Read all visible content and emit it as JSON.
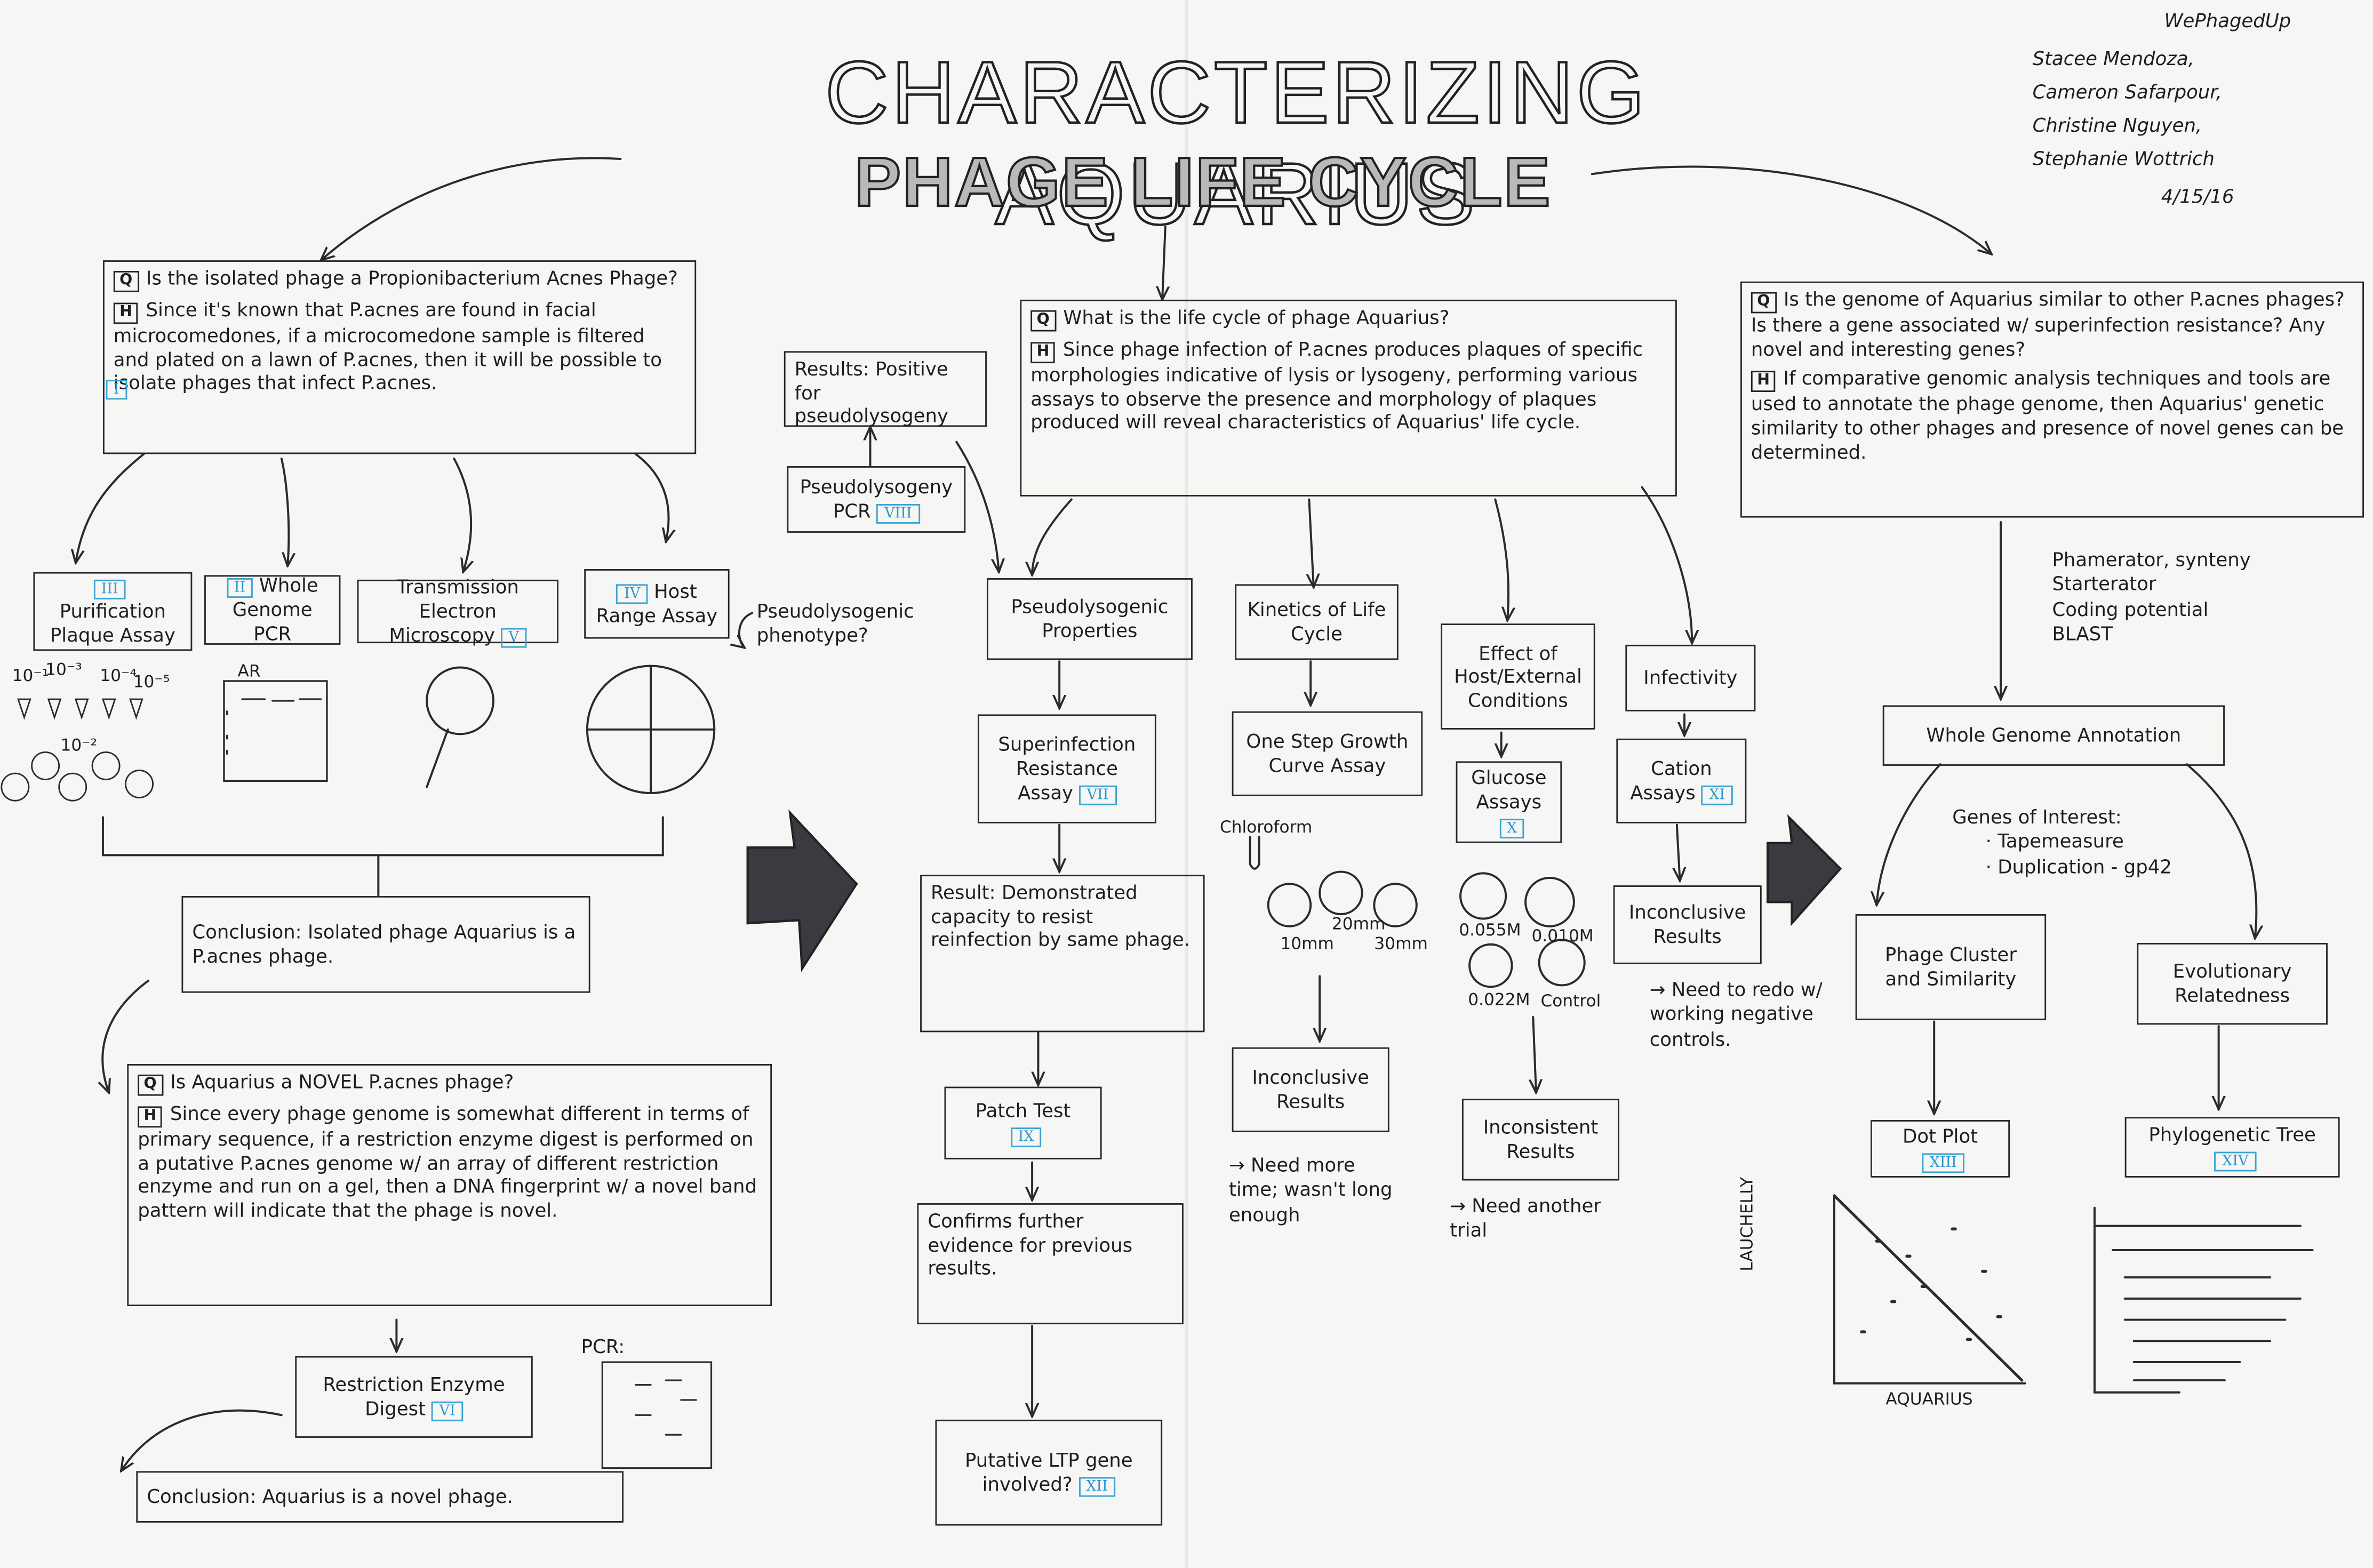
{
  "title": {
    "line1": "CHARACTERIZING AQUARIUS",
    "line2": "PHAGE LIFE CYCLE"
  },
  "team": "WePhagedUp",
  "authors": [
    "Stacee Mendoza,",
    "Cameron Safarpour,",
    "Christine Nguyen,",
    "Stephanie Wottrich"
  ],
  "date": "4/15/16",
  "markers": {
    "q": "Q",
    "h": "H"
  },
  "left": {
    "q1": {
      "q": "Is the isolated phage a Propionibacterium Acnes Phage?",
      "h": "Since it's known that P.acnes are found in facial microcomedones, if a microcomedone sample is filtered and plated on a lawn of P.acnes, then it will be possible to isolate phages that infect P.acnes.",
      "roman": "I"
    },
    "assays": [
      {
        "label": "Purification Plaque Assay",
        "roman": "III"
      },
      {
        "label": "Whole Genome PCR",
        "roman": "II"
      },
      {
        "label": "Transmission Electron Microscopy",
        "roman": "V"
      },
      {
        "label": "Host Range Assay",
        "roman": "IV"
      }
    ],
    "dilutions": [
      "10⁻¹",
      "10⁻²",
      "10⁻³",
      "10⁻⁴",
      "10⁻⁵"
    ],
    "gel_label": "AR",
    "conclusion1": "Conclusion: Isolated phage Aquarius is a P.acnes phage.",
    "q2": {
      "q": "Is Aquarius a NOVEL P.acnes phage?",
      "h": "Since every phage genome is somewhat different in terms of primary sequence, if a restriction enzyme digest is performed on a putative P.acnes genome w/ an array of different restriction enzyme and run on a gel, then a DNA fingerprint w/ a novel band pattern will indicate that the phage is novel."
    },
    "restriction": {
      "label": "Restriction Enzyme Digest",
      "roman": "VI"
    },
    "pcr_label": "PCR:",
    "conclusion2": "Conclusion: Aquarius is a novel phage."
  },
  "middle": {
    "results_positive": "Results: Positive for pseudolysogeny",
    "pseudo_pcr": {
      "label": "Pseudolysogeny PCR",
      "roman": "VIII"
    },
    "pseudo_phenotype": "Pseudolysogenic phenotype?",
    "q3": {
      "q": "What is the life cycle of phage Aquarius?",
      "h": "Since phage infection of P.acnes produces plaques of specific morphologies indicative of lysis or lysogeny, performing various assays to observe the presence and morphology of plaques produced will reveal characteristics of Aquarius' life cycle."
    },
    "pseudo_props": "Pseudolysogenic Properties",
    "superinfection": {
      "label": "Superinfection Resistance Assay",
      "roman": "VII"
    },
    "result_demo": "Result: Demonstrated capacity to resist reinfection by same phage.",
    "patch": {
      "label": "Patch Test",
      "roman": "IX"
    },
    "confirms": "Confirms further evidence for previous results.",
    "putative": {
      "label": "Putative LTP gene involved?",
      "roman": "XII"
    },
    "kinetics": "Kinetics of Life Cycle",
    "one_step": "One Step Growth Curve Assay",
    "chloroform": "Chloroform",
    "plaque_sizes": [
      "10mm",
      "20mm",
      "30mm"
    ],
    "inconclusive1": "Inconclusive Results",
    "need_more": "→ Need more time; wasn't long enough",
    "effect": "Effect of Host/External Conditions",
    "glucose": {
      "label": "Glucose Assays",
      "roman": "X"
    },
    "glucose_conc": [
      "0.055M",
      "0.010M",
      "0.022M",
      "Control"
    ],
    "inconsistent": "Inconsistent Results",
    "need_another": "→ Need another trial",
    "infectivity": "Infectivity",
    "cation": {
      "label": "Cation Assays",
      "roman": "XI"
    },
    "inconclusive2": "Inconclusive Results",
    "need_redo": "→ Need to redo w/ working negative controls."
  },
  "right": {
    "q4": {
      "q": "Is the genome of Aquarius similar to other P.acnes phages? Is there a gene associated w/ superinfection resistance? Any novel and interesting genes?",
      "h": "If comparative genomic analysis techniques and tools are used to annotate the phage genome, then Aquarius' genetic similarity to other phages and presence of novel genes can be determined."
    },
    "tools": [
      "Phamerator, synteny",
      "Starterator",
      "Coding potential",
      "BLAST"
    ],
    "whole_genome": "Whole Genome Annotation",
    "genes_title": "Genes of Interest:",
    "genes": [
      "· Tapemeasure",
      "· Duplication - gp42"
    ],
    "cluster": "Phage Cluster and Similarity",
    "evolution": "Evolutionary Relatedness",
    "dot_plot": {
      "label": "Dot Plot",
      "roman": "XIII"
    },
    "phylo": {
      "label": "Phylogenetic Tree",
      "roman": "XIV"
    },
    "dot_ylabel": "LAUCHELLY",
    "dot_xlabel": "AQUARIUS"
  }
}
